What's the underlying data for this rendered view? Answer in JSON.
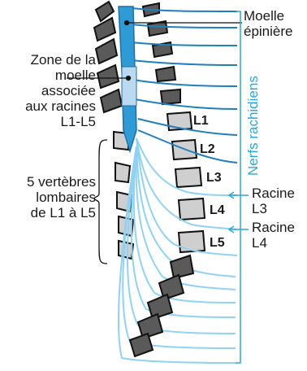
{
  "labels": {
    "moelle_epiniere": [
      "Moelle",
      "épinière"
    ],
    "nerfs_rachidiens": "Nerfs rachidiens",
    "zone": [
      "Zone de la",
      "moelle",
      "associée",
      "aux racines",
      "L1-L5"
    ],
    "vertebres": [
      "5 vertèbres",
      "lombaires",
      "de L1 à L5"
    ],
    "racine_l3": [
      "Racine",
      "L3"
    ],
    "racine_l4": [
      "Racine",
      "L4"
    ]
  },
  "vertebrae": [
    "L1",
    "L2",
    "L3",
    "L4",
    "L5"
  ],
  "colors": {
    "bone_dark": "#5a5a5a",
    "bone_light": "#cfcfcf",
    "cord": "#2e9bd6",
    "cord_zone": "#b9daf0",
    "nerves_dark": "#1f7fc0",
    "nerves_light": "#8fd3f4",
    "bracket": "#2aa7dc"
  }
}
